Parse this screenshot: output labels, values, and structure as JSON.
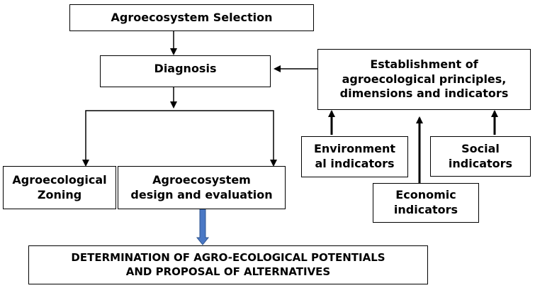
{
  "nodes": {
    "selection": {
      "lines": [
        "Agroecosystem Selection"
      ]
    },
    "diagnosis": {
      "lines": [
        "Diagnosis"
      ]
    },
    "establishment": {
      "lines": [
        "Establishment of",
        "agroecological principles,",
        "dimensions and indicators"
      ]
    },
    "environment": {
      "lines": [
        "Environment",
        "al indicators"
      ]
    },
    "social": {
      "lines": [
        "Social",
        "indicators"
      ]
    },
    "economic": {
      "lines": [
        "Economic",
        "indicators"
      ]
    },
    "zoning": {
      "lines": [
        "Agroecological",
        "Zoning"
      ]
    },
    "design": {
      "lines": [
        "Agroecosystem",
        "design and evaluation"
      ]
    },
    "determination": {
      "lines": [
        "DETERMINATION OF AGRO-ECOLOGICAL POTENTIALS",
        "AND PROPOSAL OF ALTERNATIVES"
      ]
    }
  },
  "colors": {
    "line": "#000000",
    "highlight_arrow": "#4a78c5",
    "highlight_arrow_edge": "#2f558f"
  }
}
